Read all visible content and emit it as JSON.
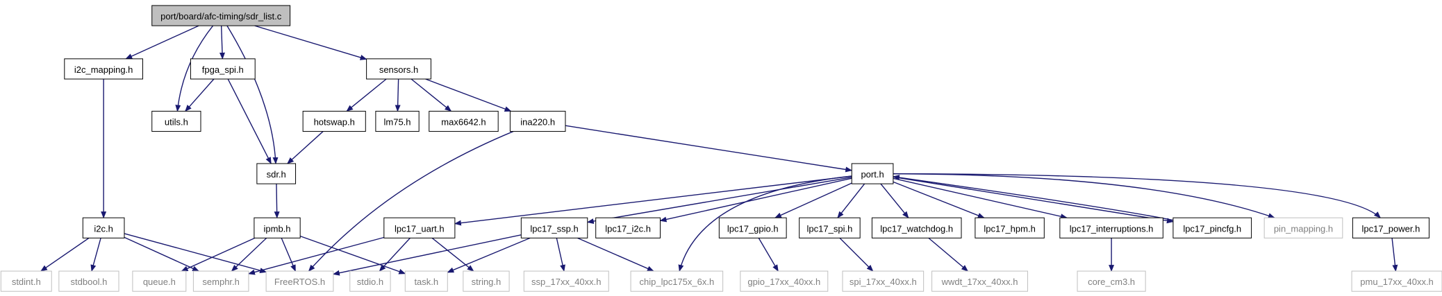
{
  "colors": {
    "edge": "#191970",
    "root_fill": "#bfbfbf",
    "node_fill": "#ffffff",
    "node_border": "#000000",
    "external_border": "#bfbfbf",
    "external_text": "#7f7f7f",
    "text": "#000000"
  },
  "graph": {
    "nodes": [
      {
        "id": "root",
        "label": "port/board/afc-timing/sdr_list.c",
        "kind": "root"
      },
      {
        "id": "i2c_mapping",
        "label": "i2c_mapping.h",
        "kind": "file"
      },
      {
        "id": "fpga_spi",
        "label": "fpga_spi.h",
        "kind": "file"
      },
      {
        "id": "sensors",
        "label": "sensors.h",
        "kind": "file"
      },
      {
        "id": "utils",
        "label": "utils.h",
        "kind": "file"
      },
      {
        "id": "hotswap",
        "label": "hotswap.h",
        "kind": "file"
      },
      {
        "id": "lm75",
        "label": "lm75.h",
        "kind": "file"
      },
      {
        "id": "max6642",
        "label": "max6642.h",
        "kind": "file"
      },
      {
        "id": "ina220",
        "label": "ina220.h",
        "kind": "file"
      },
      {
        "id": "sdr",
        "label": "sdr.h",
        "kind": "file"
      },
      {
        "id": "port",
        "label": "port.h",
        "kind": "file"
      },
      {
        "id": "i2c",
        "label": "i2c.h",
        "kind": "file"
      },
      {
        "id": "ipmb",
        "label": "ipmb.h",
        "kind": "file"
      },
      {
        "id": "lpc17_uart",
        "label": "lpc17_uart.h",
        "kind": "file"
      },
      {
        "id": "lpc17_ssp",
        "label": "lpc17_ssp.h",
        "kind": "file"
      },
      {
        "id": "lpc17_i2c",
        "label": "lpc17_i2c.h",
        "kind": "file"
      },
      {
        "id": "lpc17_gpio",
        "label": "lpc17_gpio.h",
        "kind": "file"
      },
      {
        "id": "lpc17_spi",
        "label": "lpc17_spi.h",
        "kind": "file"
      },
      {
        "id": "lpc17_watchdog",
        "label": "lpc17_watchdog.h",
        "kind": "file"
      },
      {
        "id": "lpc17_hpm",
        "label": "lpc17_hpm.h",
        "kind": "file"
      },
      {
        "id": "lpc17_interruptions",
        "label": "lpc17_interruptions.h",
        "kind": "file"
      },
      {
        "id": "lpc17_pincfg",
        "label": "lpc17_pincfg.h",
        "kind": "file"
      },
      {
        "id": "pin_mapping",
        "label": "pin_mapping.h",
        "kind": "external"
      },
      {
        "id": "lpc17_power",
        "label": "lpc17_power.h",
        "kind": "file"
      },
      {
        "id": "stdint",
        "label": "stdint.h",
        "kind": "external"
      },
      {
        "id": "stdbool",
        "label": "stdbool.h",
        "kind": "external"
      },
      {
        "id": "queue",
        "label": "queue.h",
        "kind": "external"
      },
      {
        "id": "semphr",
        "label": "semphr.h",
        "kind": "external"
      },
      {
        "id": "freertos",
        "label": "FreeRTOS.h",
        "kind": "external"
      },
      {
        "id": "stdio",
        "label": "stdio.h",
        "kind": "external"
      },
      {
        "id": "task",
        "label": "task.h",
        "kind": "external"
      },
      {
        "id": "string",
        "label": "string.h",
        "kind": "external"
      },
      {
        "id": "ssp_17xx",
        "label": "ssp_17xx_40xx.h",
        "kind": "external"
      },
      {
        "id": "chip_lpc175x",
        "label": "chip_lpc175x_6x.h",
        "kind": "external"
      },
      {
        "id": "gpio_17xx",
        "label": "gpio_17xx_40xx.h",
        "kind": "external"
      },
      {
        "id": "spi_17xx",
        "label": "spi_17xx_40xx.h",
        "kind": "external"
      },
      {
        "id": "wwdt_17xx",
        "label": "wwdt_17xx_40xx.h",
        "kind": "external"
      },
      {
        "id": "core_cm3",
        "label": "core_cm3.h",
        "kind": "external"
      },
      {
        "id": "pmu_17xx",
        "label": "pmu_17xx_40xx.h",
        "kind": "external"
      }
    ],
    "edges": [
      [
        "root",
        "i2c_mapping"
      ],
      [
        "root",
        "utils"
      ],
      [
        "root",
        "fpga_spi"
      ],
      [
        "root",
        "sdr"
      ],
      [
        "root",
        "sensors"
      ],
      [
        "i2c_mapping",
        "i2c"
      ],
      [
        "fpga_spi",
        "utils"
      ],
      [
        "fpga_spi",
        "sdr"
      ],
      [
        "sensors",
        "hotswap"
      ],
      [
        "sensors",
        "lm75"
      ],
      [
        "sensors",
        "max6642"
      ],
      [
        "sensors",
        "ina220"
      ],
      [
        "hotswap",
        "sdr"
      ],
      [
        "ina220",
        "freertos"
      ],
      [
        "ina220",
        "port"
      ],
      [
        "sdr",
        "ipmb"
      ],
      [
        "i2c",
        "stdint"
      ],
      [
        "i2c",
        "stdbool"
      ],
      [
        "i2c",
        "semphr"
      ],
      [
        "i2c",
        "freertos"
      ],
      [
        "ipmb",
        "queue"
      ],
      [
        "ipmb",
        "semphr"
      ],
      [
        "ipmb",
        "freertos"
      ],
      [
        "ipmb",
        "task"
      ],
      [
        "port",
        "lpc17_uart"
      ],
      [
        "port",
        "lpc17_ssp"
      ],
      [
        "port",
        "lpc17_i2c"
      ],
      [
        "port",
        "chip_lpc175x"
      ],
      [
        "port",
        "lpc17_gpio"
      ],
      [
        "port",
        "lpc17_spi"
      ],
      [
        "port",
        "lpc17_watchdog"
      ],
      [
        "port",
        "lpc17_hpm"
      ],
      [
        "port",
        "lpc17_interruptions"
      ],
      [
        "port",
        "lpc17_pincfg"
      ],
      [
        "port",
        "pin_mapping"
      ],
      [
        "port",
        "lpc17_power"
      ],
      [
        "lpc17_uart",
        "semphr"
      ],
      [
        "lpc17_uart",
        "stdio"
      ],
      [
        "lpc17_uart",
        "string"
      ],
      [
        "lpc17_ssp",
        "freertos"
      ],
      [
        "lpc17_ssp",
        "task"
      ],
      [
        "lpc17_ssp",
        "ssp_17xx"
      ],
      [
        "lpc17_ssp",
        "chip_lpc175x"
      ],
      [
        "lpc17_gpio",
        "gpio_17xx"
      ],
      [
        "lpc17_spi",
        "spi_17xx"
      ],
      [
        "lpc17_watchdog",
        "wwdt_17xx"
      ],
      [
        "lpc17_interruptions",
        "core_cm3"
      ],
      [
        "lpc17_pincfg",
        "port"
      ],
      [
        "lpc17_power",
        "pmu_17xx"
      ]
    ]
  }
}
